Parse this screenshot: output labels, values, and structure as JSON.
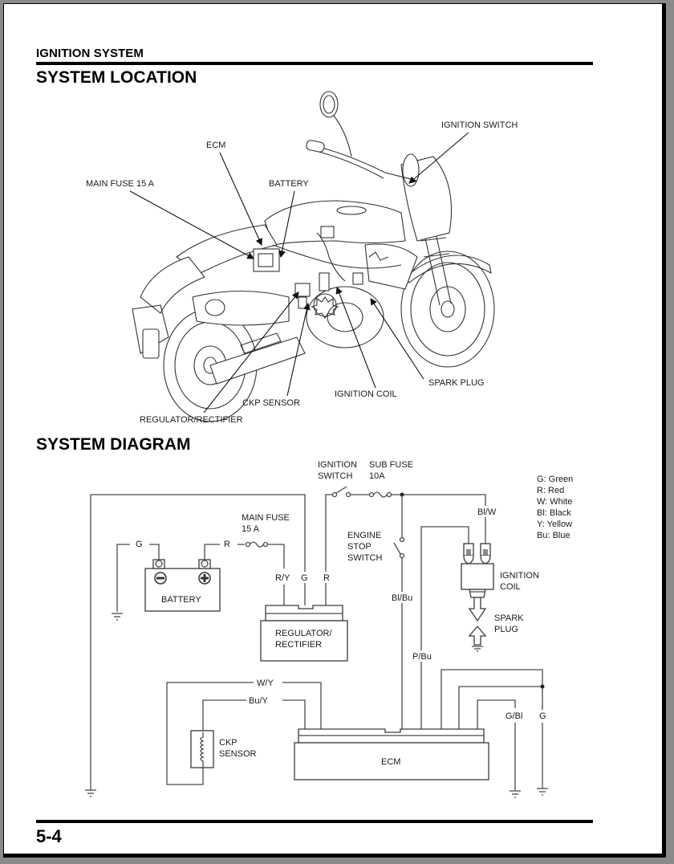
{
  "header": {
    "section_title": "IGNITION SYSTEM"
  },
  "system_location": {
    "heading": "SYSTEM LOCATION",
    "callouts": {
      "ecm": "ECM",
      "main_fuse": "MAIN FUSE 15 A",
      "battery": "BATTERY",
      "ignition_switch": "IGNITION SWITCH",
      "spark_plug": "SPARK PLUG",
      "ignition_coil": "IGNITION COIL",
      "ckp_sensor": "CKP SENSOR",
      "regulator_rectifier": "REGULATOR/RECTIFIER"
    }
  },
  "system_diagram": {
    "heading": "SYSTEM DIAGRAM",
    "components": {
      "ignition_switch": [
        "IGNITION",
        "SWITCH"
      ],
      "sub_fuse": [
        "SUB FUSE",
        "10A"
      ],
      "main_fuse": [
        "MAIN FUSE",
        "15 A"
      ],
      "engine_stop_switch": [
        "ENGINE",
        "STOP",
        "SWITCH"
      ],
      "battery": "BATTERY",
      "regulator_rectifier": [
        "REGULATOR/",
        "RECTIFIER"
      ],
      "ignition_coil": [
        "IGNITION",
        "COIL"
      ],
      "spark_plug": [
        "SPARK",
        "PLUG"
      ],
      "ckp_sensor": [
        "CKP",
        "SENSOR"
      ],
      "ecm": "ECM"
    },
    "wire_labels": {
      "battery_neg": "G",
      "battery_pos": "R",
      "reg_ry": "R/Y",
      "reg_g": "G",
      "reg_r": "R",
      "coil_feed": "Bl/W",
      "stop_switch": "Bl/Bu",
      "coil_drive": "P/Bu",
      "ckp_wy": "W/Y",
      "ckp_buy": "Bu/Y",
      "ecm_gbl": "G/Bl",
      "ecm_g": "G"
    },
    "color_legend": [
      "G: Green",
      "R: Red",
      "W: White",
      "Bl: Black",
      "Y: Yellow",
      "Bu: Blue"
    ]
  },
  "footer": {
    "page_number": "5-4"
  }
}
